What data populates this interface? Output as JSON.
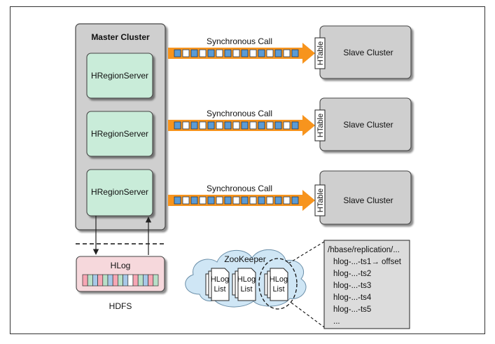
{
  "master": {
    "title": "Master Cluster",
    "regionservers": [
      "HRegionServer",
      "HRegionServer",
      "HRegionServer"
    ]
  },
  "calls": [
    {
      "label": "Synchronous Call",
      "table": "HTable",
      "slave": "Slave Cluster"
    },
    {
      "label": "Synchronous Call",
      "table": "HTable",
      "slave": "Slave Cluster"
    },
    {
      "label": "Synchronous Call",
      "table": "HTable",
      "slave": "Slave Cluster"
    }
  ],
  "hlog": {
    "title": "HLog",
    "storage": "HDFS"
  },
  "zookeeper": {
    "title": "ZooKeeper",
    "docs": [
      {
        "line1": "HLog",
        "line2": "List"
      },
      {
        "line1": "HLog",
        "line2": "List"
      },
      {
        "line1": "HLog",
        "line2": "List"
      }
    ]
  },
  "znode": {
    "path": "/hbase/replication/...",
    "entries": [
      "hlog-...-ts1→ offset",
      "hlog-...-ts2",
      "hlog-...-ts3",
      "hlog-...-ts4",
      "hlog-...-ts5",
      "..."
    ]
  },
  "colors": {
    "arrow": "#f7941d",
    "square": "#5b9bd5",
    "regionserver": "#c9ecd9",
    "cluster": "#cfcfcf",
    "hlog_box": "#f6d8dc"
  }
}
